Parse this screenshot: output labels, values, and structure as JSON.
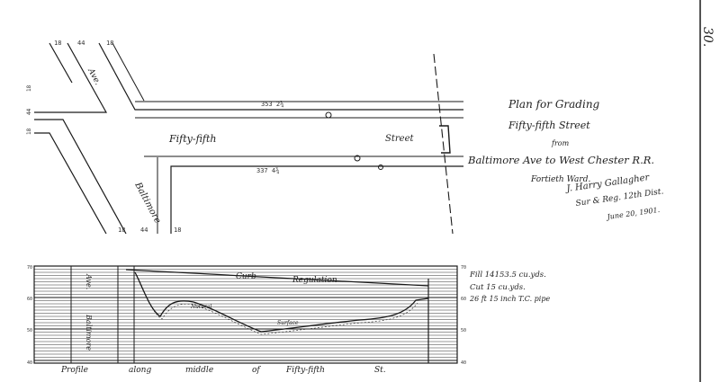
{
  "sheet": {
    "page_number": "30."
  },
  "title_block": {
    "line1": "Plan for Grading",
    "line2": "Fifty-fifth Street",
    "line3": "from",
    "line4": "Baltimore Ave to West Chester R.R.",
    "line5": "Fortieth Ward.",
    "signature_name": "J. Harry Gallagher",
    "signature_title": "Sur & Reg. 12th Dist.",
    "signature_date": "June 20, 1901."
  },
  "plan": {
    "street_label_1": "Fifty-fifth",
    "street_label_2": "Street",
    "baltimore_top": "Ave.",
    "baltimore_bottom": "Baltimore",
    "dim_top": "353 2¾",
    "dim_bottom": "337 4¾",
    "width_top_left": "18",
    "width_top_mid": "44",
    "width_top_right": "18",
    "width_bot_left": "18",
    "width_bot_mid": "44",
    "width_bot_right": "18",
    "left_edge_1": "18",
    "left_edge_2": "44",
    "left_edge_3": "18"
  },
  "profile": {
    "label_profile": "Profile",
    "label_along": "along",
    "label_middle": "middle",
    "label_of": "of",
    "label_street": "Fifty-fifth",
    "label_st": "St.",
    "curb_label": "Curb",
    "regulation_label": "Regulation",
    "natural_label": "Natural",
    "surface_label": "Surface",
    "ave_label": "Ave.",
    "baltimore_label": "Baltimore",
    "fill_note": "Fill 14153.5 cu.yds.",
    "cut_note": "Cut 15 cu.yds.",
    "pipe_note": "26 ft 15 inch T.C. pipe",
    "elev_70": "70",
    "elev_60": "60",
    "elev_50": "50",
    "elev_40": "40"
  }
}
